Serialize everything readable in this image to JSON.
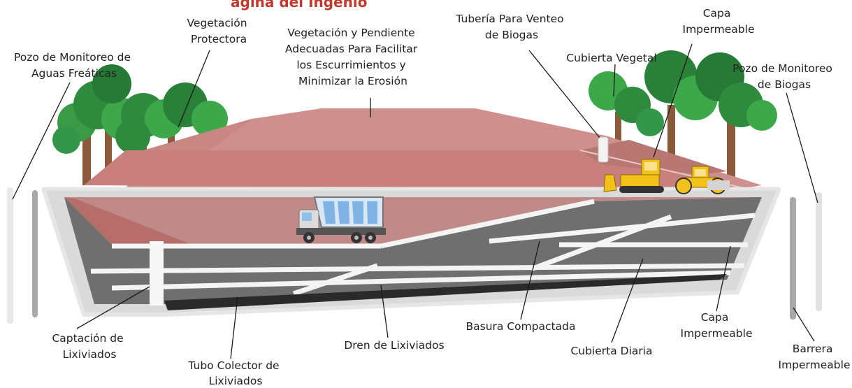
{
  "title": "ágina del Ingenio",
  "labels": {
    "pozo_agua": [
      "Pozo de Monitoreo de",
      "Aguas Freáticas"
    ],
    "veg_protectora": [
      "Vegetación",
      "Protectora"
    ],
    "veg_pendiente": [
      "Vegetación y Pendiente",
      "Adecuadas Para Facilitar",
      "los Escurrimientos y",
      "Minimizar la Erosión"
    ],
    "tuberia_venteo": [
      "Tubería Para Venteo",
      "de Biogas"
    ],
    "capa_imp_top": [
      "Capa",
      "Impermeable"
    ],
    "cubierta_vegetal": [
      "Cubierta Vegetal"
    ],
    "pozo_biogas": [
      "Pozo de Monitoreo",
      "de Biogas"
    ],
    "captacion": [
      "Captación de",
      "Lixiviados"
    ],
    "tubo_colector": [
      "Tubo Colector de",
      "Lixiviados"
    ],
    "dren": [
      "Dren de Lixiviados"
    ],
    "basura": [
      "Basura Compactada"
    ],
    "cubierta_diaria": [
      "Cubierta Diaria"
    ],
    "capa_imp_bottom": [
      "Capa",
      "Impermeable"
    ],
    "barrera": [
      "Barrera",
      "Impermeable"
    ]
  },
  "colors": {
    "title": "#c0392b",
    "tree_green": "#2e8b3e",
    "trunk": "#8a5a3a",
    "mound": "#cf8f8c",
    "liner": "#d8d8d8",
    "garbage": "#6e6e6e",
    "leachate_dark": "#2a2a2a",
    "machinery": "#f2c21b"
  }
}
